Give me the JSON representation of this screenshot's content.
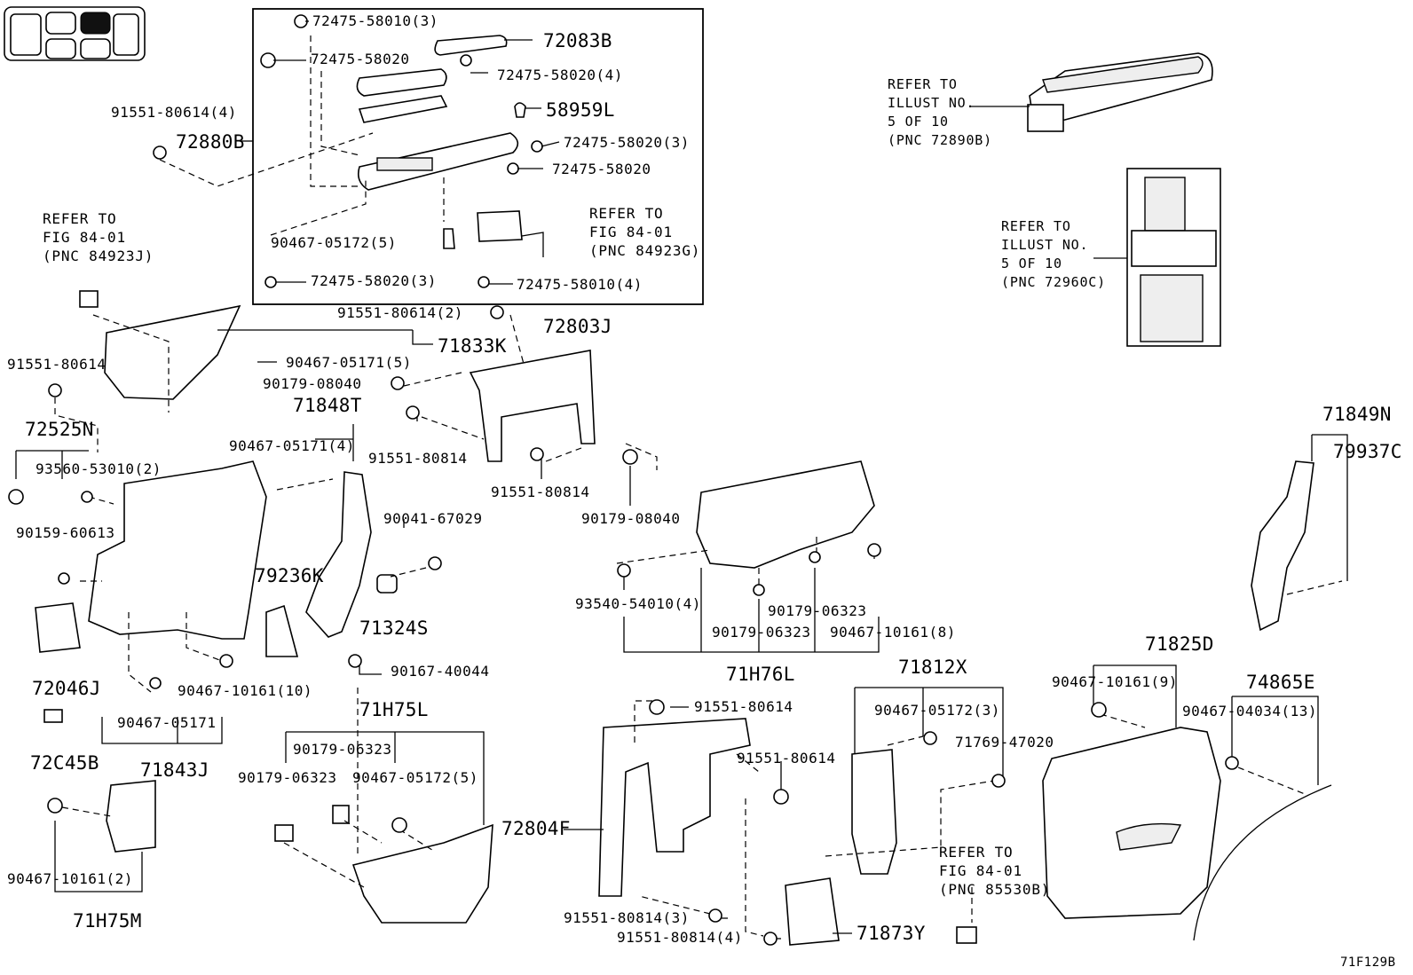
{
  "diagram_code": "71F129B",
  "refer_notes": [
    {
      "lines": [
        "REFER TO",
        "ILLUST NO.",
        "5 OF 10",
        "(PNC 72890B)"
      ]
    },
    {
      "lines": [
        "REFER TO",
        "ILLUST NO.",
        "5 OF 10",
        "(PNC 72960C)"
      ]
    },
    {
      "lines": [
        "REFER TO",
        "FIG 84-01",
        "(PNC 84923J)"
      ]
    },
    {
      "lines": [
        "REFER TO",
        "FIG 84-01",
        "(PNC 84923G)"
      ]
    },
    {
      "lines": [
        "REFER TO",
        "FIG 84-01",
        "(PNC 85530B)"
      ]
    }
  ],
  "parts": [
    "72475-58010(3)",
    "72083B",
    "72475-58020",
    "72475-58020(4)",
    "58959L",
    "91551-80614(4)",
    "72880B",
    "72475-58020(3)",
    "72475-58020",
    "90467-05172(5)",
    "72475-58020(3)",
    "72475-58010(4)",
    "91551-80614(2)",
    "72803J",
    "71833K",
    "91551-80614",
    "90467-05171(5)",
    "90179-08040",
    "71848T",
    "91551-80814",
    "72525N",
    "90467-05171(4)",
    "93560-53010(2)",
    "91551-80814",
    "90179-08040",
    "90159-60613",
    "90041-67029",
    "79236K",
    "71324S",
    "93540-54010(4)",
    "90179-06323",
    "90179-06323",
    "90467-10161(8)",
    "71H76L",
    "72046J",
    "90467-10161(10)",
    "90167-40044",
    "90467-05171",
    "71843J",
    "71H75L",
    "90179-06323",
    "90179-06323",
    "90467-05172(5)",
    "72C45B",
    "91551-80614",
    "91551-80614",
    "72804F",
    "71812X",
    "90467-05172(3)",
    "71769-47020",
    "71825D",
    "90467-10161(9)",
    "74865E",
    "90467-04034(13)",
    "71849N",
    "79937C",
    "90467-10161(2)",
    "71H75M",
    "91551-80814(3)",
    "91551-80814(4)",
    "71873Y"
  ]
}
